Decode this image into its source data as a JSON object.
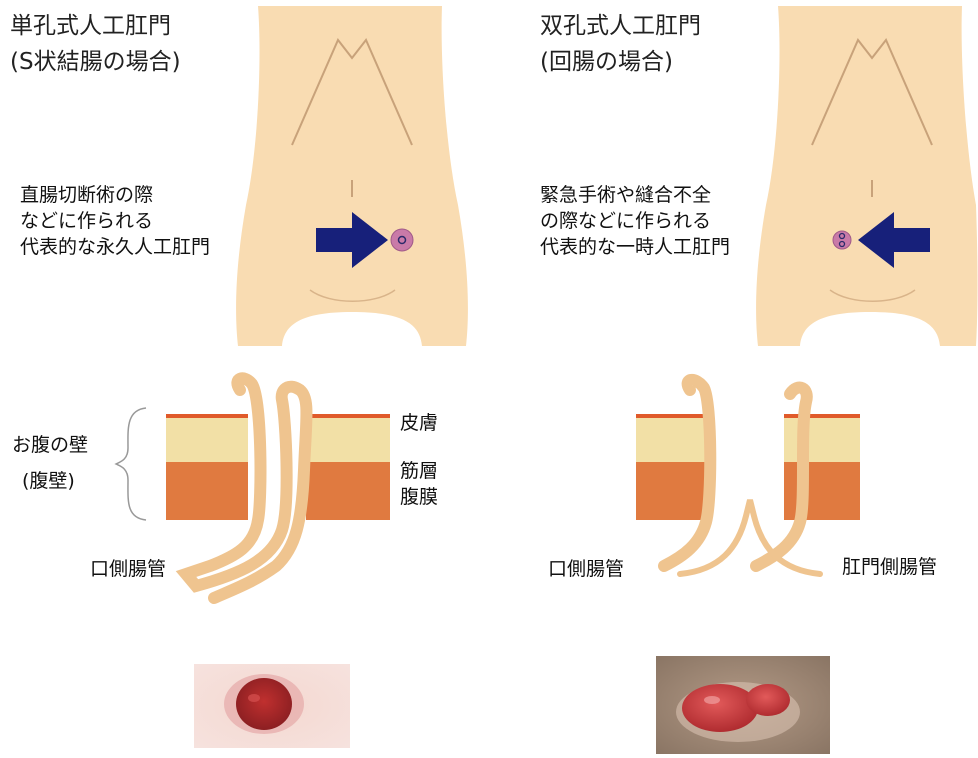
{
  "left": {
    "title_line1": "単孔式人工肛門",
    "title_line2": "(S状結腸の場合)",
    "desc": [
      "直腸切断術の際",
      "などに作られる",
      "代表的な永久人工肛門"
    ],
    "wall_label": "お腹の壁",
    "wall_label_paren": "(腹壁)",
    "layer_skin": "皮膚",
    "layer_muscle": "筋層",
    "layer_peritoneum": "腹膜",
    "bowel_label": "口側腸管"
  },
  "right": {
    "title_line1": "双孔式人工肛門",
    "title_line2": "(回腸の場合)",
    "desc": [
      "緊急手術や縫合不全",
      "の際などに作られる",
      "代表的な一時人工肛門"
    ],
    "bowel_label_left": "口側腸管",
    "bowel_label_right": "肛門側腸管"
  },
  "colors": {
    "body_skin": "#f9dcb2",
    "arrow": "#17207a",
    "stoma": "#c97aa8",
    "skin_layer": "#f2e0a6",
    "muscle_layer": "#e07a40",
    "peritoneum_line": "#e05a2a",
    "bowel": "#efc48f"
  }
}
